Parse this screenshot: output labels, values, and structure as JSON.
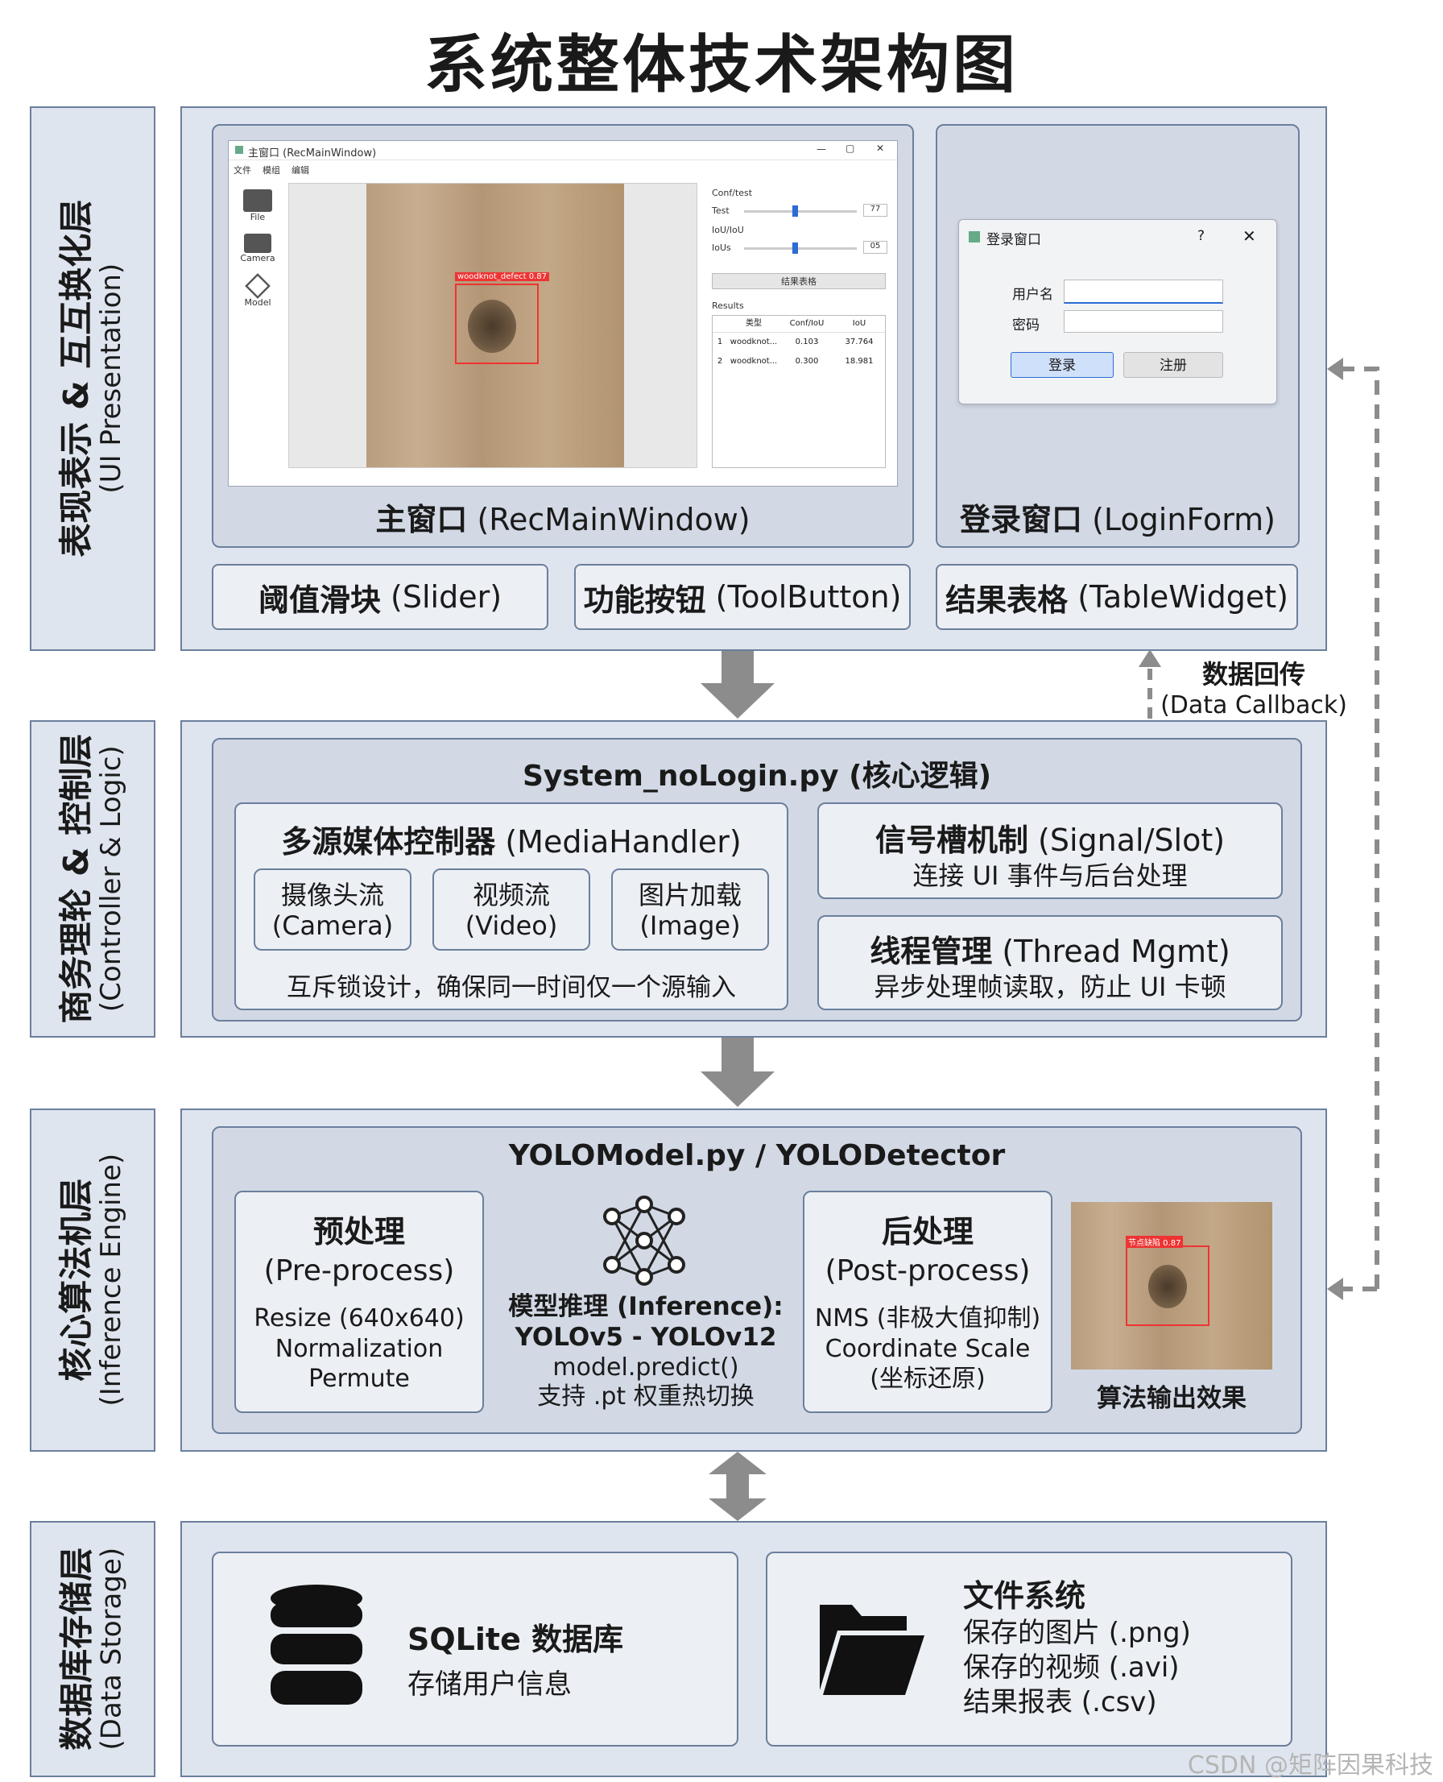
{
  "title": "系统整体技术架构图",
  "layers": [
    {
      "zh": "表现表示 & 互互换化层",
      "en": "(UI Presentation)"
    },
    {
      "zh": "商务理轮 & 控制层",
      "en": "(Controller & Logic)"
    },
    {
      "zh": "核心算法机层",
      "en": "(Inference Engine)"
    },
    {
      "zh": "数据库存储层",
      "en": "(Data Storage)"
    }
  ],
  "ui": {
    "main_window": {
      "caption_zh": "主窗口",
      "caption_en": "(RecMainWindow)",
      "window_title": "主窗口 (RecMainWindow)",
      "menu": [
        "文件",
        "模组",
        "编辑"
      ],
      "side_items": [
        "File",
        "Camera",
        "Model"
      ],
      "conf_label": "Conf/test",
      "conf_value_label": "Test",
      "conf_value": "77",
      "iou_label": "IoU/IoU",
      "iou_value_label": "IoUs",
      "iou_value": "05",
      "result_button": "结果表格",
      "results_label": "Results",
      "table_headers": [
        "",
        "类型",
        "Conf/IoU",
        "IoU"
      ],
      "table_rows": [
        [
          "1",
          "woodknot...",
          "0.103",
          "37.764"
        ],
        [
          "2",
          "woodknot...",
          "0.300",
          "18.981"
        ]
      ],
      "det_label": "woodknot_defect 0.87"
    },
    "login": {
      "caption_zh": "登录窗口",
      "caption_en": "(LoginForm)",
      "window_title": "登录窗口",
      "help": "?",
      "close": "✕",
      "username_label": "用户名",
      "password_label": "密码",
      "login_button": "登录",
      "register_button": "注册"
    },
    "widgets": [
      {
        "zh": "阈值滑块",
        "en": "(Slider)"
      },
      {
        "zh": "功能按钮",
        "en": "(ToolButton)"
      },
      {
        "zh": "结果表格",
        "en": "(TableWidget)"
      }
    ]
  },
  "callback": {
    "zh": "数据回传",
    "en": "(Data Callback)"
  },
  "controller": {
    "title": "System_noLogin.py (核心逻辑)",
    "media": {
      "title_zh": "多源媒体控制器",
      "title_en": "(MediaHandler)",
      "sources": [
        {
          "zh": "摄像头流",
          "en": "(Camera)"
        },
        {
          "zh": "视频流",
          "en": "(Video)"
        },
        {
          "zh": "图片加载",
          "en": "(Image)"
        }
      ],
      "note": "互斥锁设计，确保同一时间仅一个源输入"
    },
    "signal": {
      "title_zh": "信号槽机制",
      "title_en": "(Signal/Slot)",
      "desc": "连接 UI 事件与后台处理"
    },
    "thread": {
      "title_zh": "线程管理",
      "title_en": "(Thread Mgmt)",
      "desc": "异步处理帧读取，防止 UI 卡顿"
    }
  },
  "engine": {
    "title": "YOLOModel.py / YOLODetector",
    "pre": {
      "title_zh": "预处理",
      "title_en": "(Pre-process)",
      "lines": [
        "Resize (640x640)",
        "Normalization",
        "Permute"
      ]
    },
    "infer": {
      "title": "模型推理 (Inference):",
      "models": "YOLOv5 - YOLOv12",
      "call": "model.predict()",
      "note": "支持 .pt 权重热切换"
    },
    "post": {
      "title_zh": "后处理",
      "title_en": "(Post-process)",
      "lines": [
        "NMS (非极大值抑制)",
        "Coordinate Scale",
        "(坐标还原)"
      ]
    },
    "output_label": "算法输出效果",
    "det_label": "节点缺陷 0.87"
  },
  "storage": {
    "db": {
      "title": "SQLite 数据库",
      "desc": "存储用户信息"
    },
    "fs": {
      "title": "文件系统",
      "lines": [
        "保存的图片 (.png)",
        "保存的视频 (.avi)",
        "结果报表 (.csv)"
      ]
    }
  },
  "watermark": "CSDN @矩阵因果科技"
}
